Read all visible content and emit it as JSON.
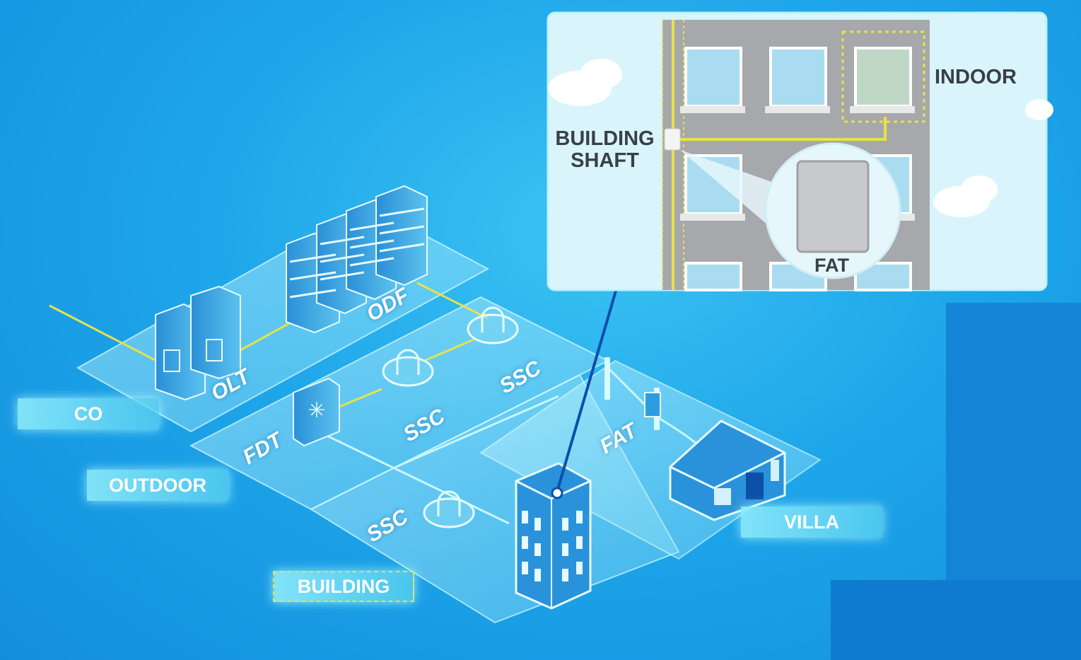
{
  "zones": {
    "co": "CO",
    "outdoor": "OUTDOOR",
    "building": "BUILDING",
    "villa": "VILLA"
  },
  "devices": {
    "olt": "OLT",
    "odf": "ODF",
    "fdt": "FDT",
    "ssc_1": "SSC",
    "ssc_2": "SSC",
    "ssc_3": "SSC",
    "fat_outdoor": "FAT"
  },
  "inset": {
    "indoor": "INDOOR",
    "shaft_line1": "BUILDING",
    "shaft_line2": "SHAFT",
    "fat": "FAT"
  },
  "colors": {
    "background": "#1ea6ea",
    "fiber": "#e6e24a",
    "link": "#0d4fa8",
    "panel_bg": "#d9f5fb",
    "building_facade": "#a7a8ab",
    "window": "#a9dcf0"
  }
}
